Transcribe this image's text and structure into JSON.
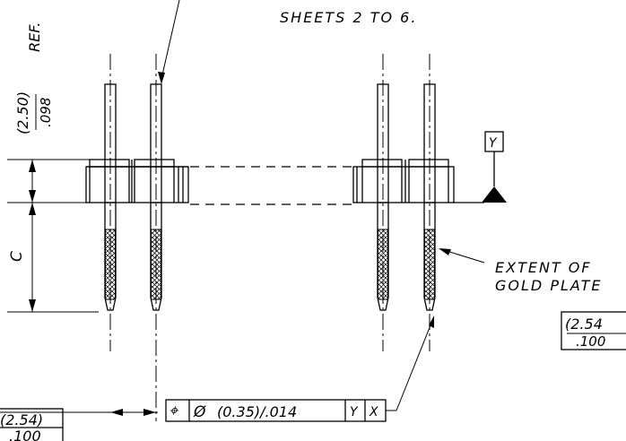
{
  "notes": {
    "sheets": "SHEETS 2 TO 6.",
    "extent_line1": "EXTENT OF",
    "extent_line2": "GOLD PLATE"
  },
  "dims": {
    "ref_mm": "(2.50)",
    "ref_in": ".098",
    "ref_suffix": "REF.",
    "c_label": "C",
    "pitch_left_mm": "(2.54)",
    "pitch_left_in": ".100",
    "pitch_right_mm": "(2.54",
    "pitch_right_in": ".100"
  },
  "datum": {
    "label": "Y"
  },
  "fcf": {
    "symbol": "⌖",
    "dia": "Ø",
    "tolerance": "(0.35)/.014",
    "datum1": "Y",
    "datum2": "X"
  }
}
